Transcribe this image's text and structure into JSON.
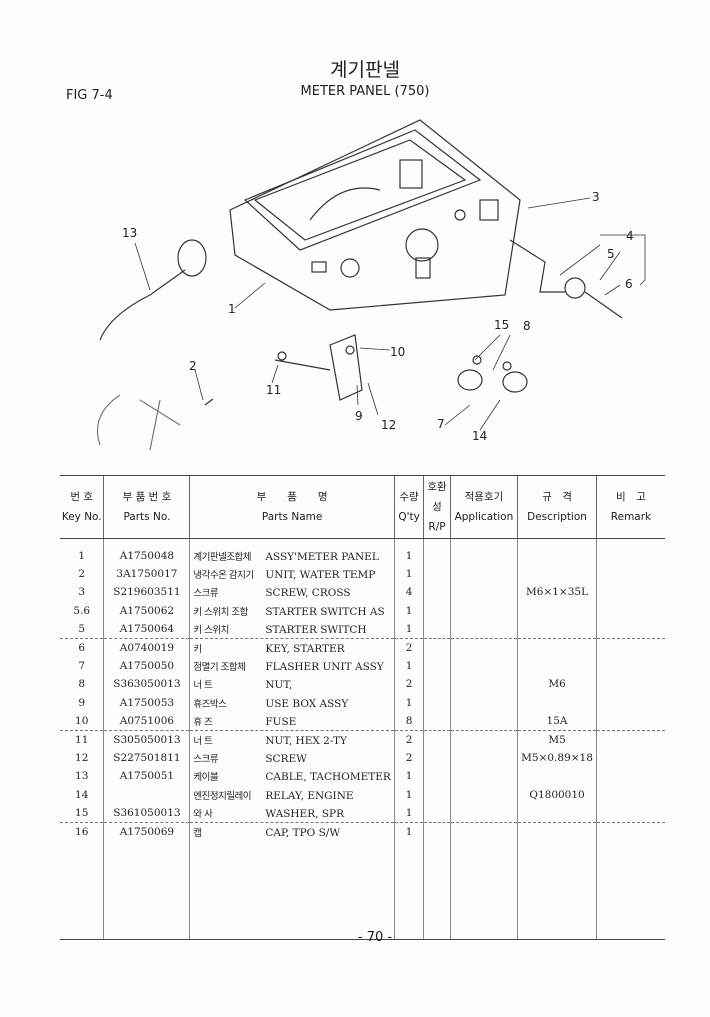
{
  "header": {
    "figure": "FIG 7-4",
    "title_korean": "계기판넬",
    "title_english": "METER PANEL (750)"
  },
  "diagram": {
    "callouts": [
      "1",
      "2",
      "3",
      "4",
      "5",
      "6",
      "7",
      "8",
      "9",
      "10",
      "11",
      "12",
      "13",
      "14",
      "15"
    ]
  },
  "table": {
    "columns": [
      {
        "ko": "번 호",
        "en": "Key No."
      },
      {
        "ko": "부 품 번 호",
        "en": "Parts No."
      },
      {
        "ko": "부　　품　　명",
        "en": "Parts Name"
      },
      {
        "ko": "수량",
        "en": "Q'ty"
      },
      {
        "ko": "호환성",
        "en": "R/P"
      },
      {
        "ko": "적용호기",
        "en": "Application"
      },
      {
        "ko": "규　격",
        "en": "Description"
      },
      {
        "ko": "비　고",
        "en": "Remark"
      }
    ],
    "rows": [
      {
        "key": "1",
        "part": "A1750048",
        "ko": "계기판넬조합체",
        "en": "ASSY'METER PANEL",
        "qty": "1",
        "desc": ""
      },
      {
        "key": "2",
        "part": "3A1750017",
        "ko": "냉각수온 감지기",
        "en": "UNIT, WATER TEMP",
        "qty": "1",
        "desc": ""
      },
      {
        "key": "3",
        "part": "S219603511",
        "ko": "스크류",
        "en": "SCREW, CROSS",
        "qty": "4",
        "desc": "M6×1×35L"
      },
      {
        "key": "5.6",
        "part": "A1750062",
        "ko": "키 스위치 조합",
        "en": "STARTER SWITCH AS",
        "qty": "1",
        "desc": ""
      },
      {
        "key": "5",
        "part": "A1750064",
        "ko": "키 스위치",
        "en": "STARTER SWITCH",
        "qty": "1",
        "desc": ""
      },
      {
        "key": "6",
        "part": "A0740019",
        "ko": "키",
        "en": "KEY, STARTER",
        "qty": "2",
        "desc": ""
      },
      {
        "key": "7",
        "part": "A1750050",
        "ko": "점멸기 조합체",
        "en": "FLASHER UNIT ASSY",
        "qty": "1",
        "desc": ""
      },
      {
        "key": "8",
        "part": "S363050013",
        "ko": "너 트",
        "en": "NUT,",
        "qty": "2",
        "desc": "M6"
      },
      {
        "key": "9",
        "part": "A1750053",
        "ko": "휴즈박스",
        "en": "USE BOX ASSY",
        "qty": "1",
        "desc": ""
      },
      {
        "key": "10",
        "part": "A0751006",
        "ko": "휴 즈",
        "en": "FUSE",
        "qty": "8",
        "desc": "15A"
      },
      {
        "key": "11",
        "part": "S305050013",
        "ko": "너 트",
        "en": "NUT, HEX 2-TY",
        "qty": "2",
        "desc": "M5"
      },
      {
        "key": "12",
        "part": "S227501811",
        "ko": "스크류",
        "en": "SCREW",
        "qty": "2",
        "desc": "M5×0.89×18"
      },
      {
        "key": "13",
        "part": "A1750051",
        "ko": "케이블",
        "en": "CABLE, TACHOMETER",
        "qty": "1",
        "desc": ""
      },
      {
        "key": "14",
        "part": "",
        "ko": "엔진정지릴레이",
        "en": "RELAY, ENGINE",
        "qty": "1",
        "desc": "Q1800010"
      },
      {
        "key": "15",
        "part": "S361050013",
        "ko": "와 사",
        "en": "WASHER, SPR",
        "qty": "1",
        "desc": ""
      },
      {
        "key": "16",
        "part": "A1750069",
        "ko": "캡",
        "en": "CAP, TPO S/W",
        "qty": "1",
        "desc": ""
      }
    ]
  },
  "footer": {
    "page_number": "- 70 -"
  }
}
